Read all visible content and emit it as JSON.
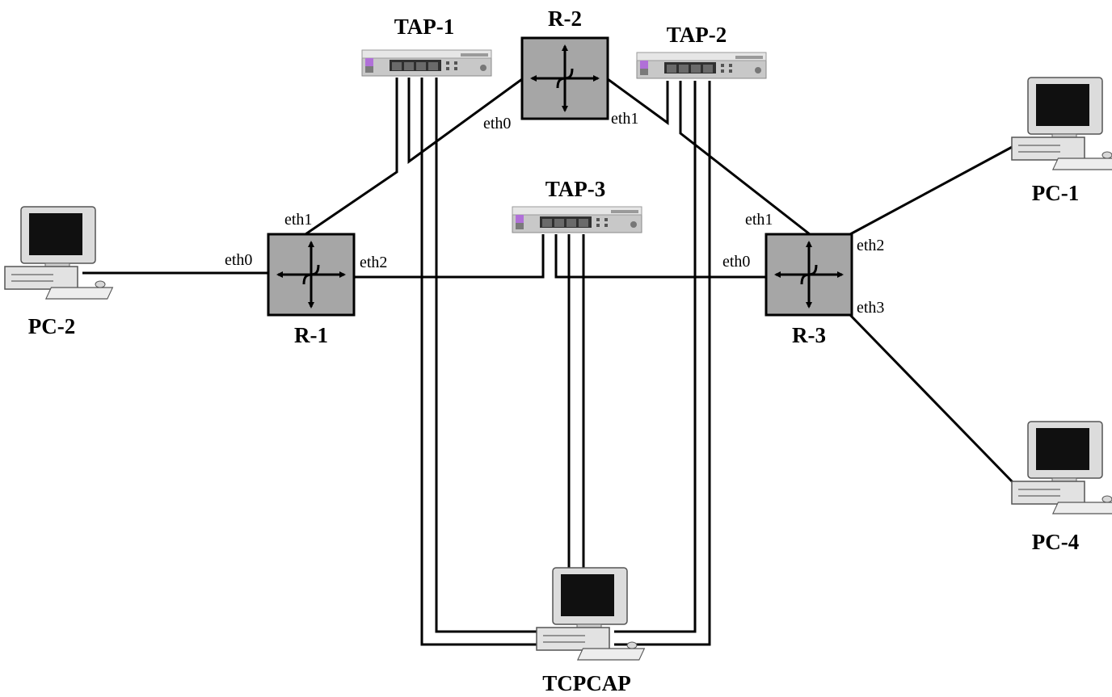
{
  "devices": {
    "pc1": "PC-1",
    "pc2": "PC-2",
    "pc4": "PC-4",
    "tcpcap": "TCPCAP",
    "r1": "R-1",
    "r2": "R-2",
    "r3": "R-3",
    "tap1": "TAP-1",
    "tap2": "TAP-2",
    "tap3": "TAP-3"
  },
  "ports": {
    "r1_eth0": "eth0",
    "r1_eth1": "eth1",
    "r1_eth2": "eth2",
    "r2_eth0": "eth0",
    "r2_eth1": "eth1",
    "r3_eth0": "eth0",
    "r3_eth1": "eth1",
    "r3_eth2": "eth2",
    "r3_eth3": "eth3"
  },
  "colors": {
    "line": "#000000",
    "router_fill": "#a6a6a6",
    "tap_body": "#c8c8c8",
    "tap_accent": "#b070d8",
    "pc_body": "#dcdcdc",
    "screen": "#101010",
    "background": "#ffffff"
  },
  "icons": {
    "router": "router-crossed-arrows-icon",
    "tap": "network-tap-icon",
    "pc": "desktop-computer-icon"
  }
}
